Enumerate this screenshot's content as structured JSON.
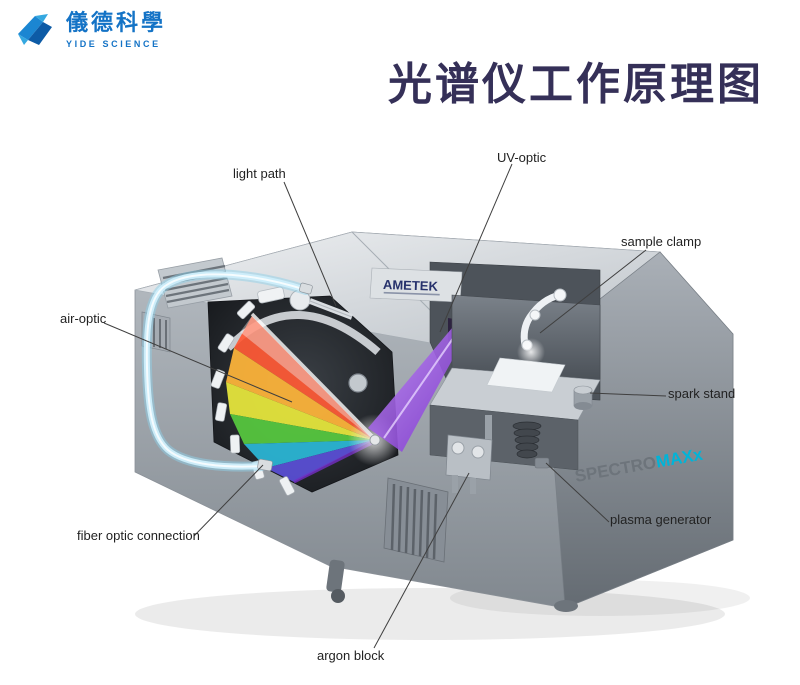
{
  "header": {
    "logo": {
      "name_cn": "儀德科學",
      "name_en": "YIDE SCIENCE",
      "brand_color": "#1473c6"
    },
    "title": {
      "text": "光谱仪工作原理图",
      "color": "#353058"
    }
  },
  "machine": {
    "brand": "AMETEK",
    "model_prefix": "SPECTRO",
    "model_suffix": "MAXx",
    "model_accent_color": "#00b4d8"
  },
  "labels": [
    {
      "id": "light-path",
      "text": "light path"
    },
    {
      "id": "uv-optic",
      "text": "UV-optic"
    },
    {
      "id": "sample-clamp",
      "text": "sample clamp"
    },
    {
      "id": "air-optic",
      "text": "air-optic"
    },
    {
      "id": "spark-stand",
      "text": "spark stand"
    },
    {
      "id": "fiber-optic-connection",
      "text": "fiber optic connection"
    },
    {
      "id": "plasma-generator",
      "text": "plasma generator"
    },
    {
      "id": "argon-block",
      "text": "argon block"
    }
  ]
}
